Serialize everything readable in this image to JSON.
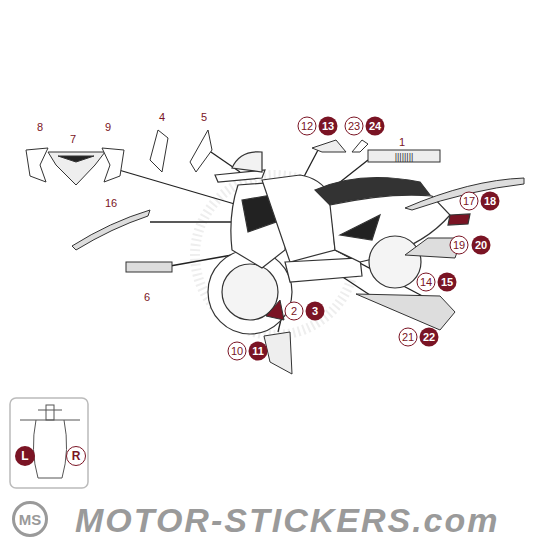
{
  "diagram": {
    "labels": [
      "8",
      "7",
      "9",
      "4",
      "5",
      "12",
      "13",
      "23",
      "24",
      "1",
      "17",
      "18",
      "16",
      "19",
      "20",
      "6",
      "14",
      "15",
      "2",
      "3",
      "21",
      "22",
      "10",
      "11",
      "L",
      "R",
      "MS",
      "MOTOR-STICKERS.com"
    ]
  }
}
